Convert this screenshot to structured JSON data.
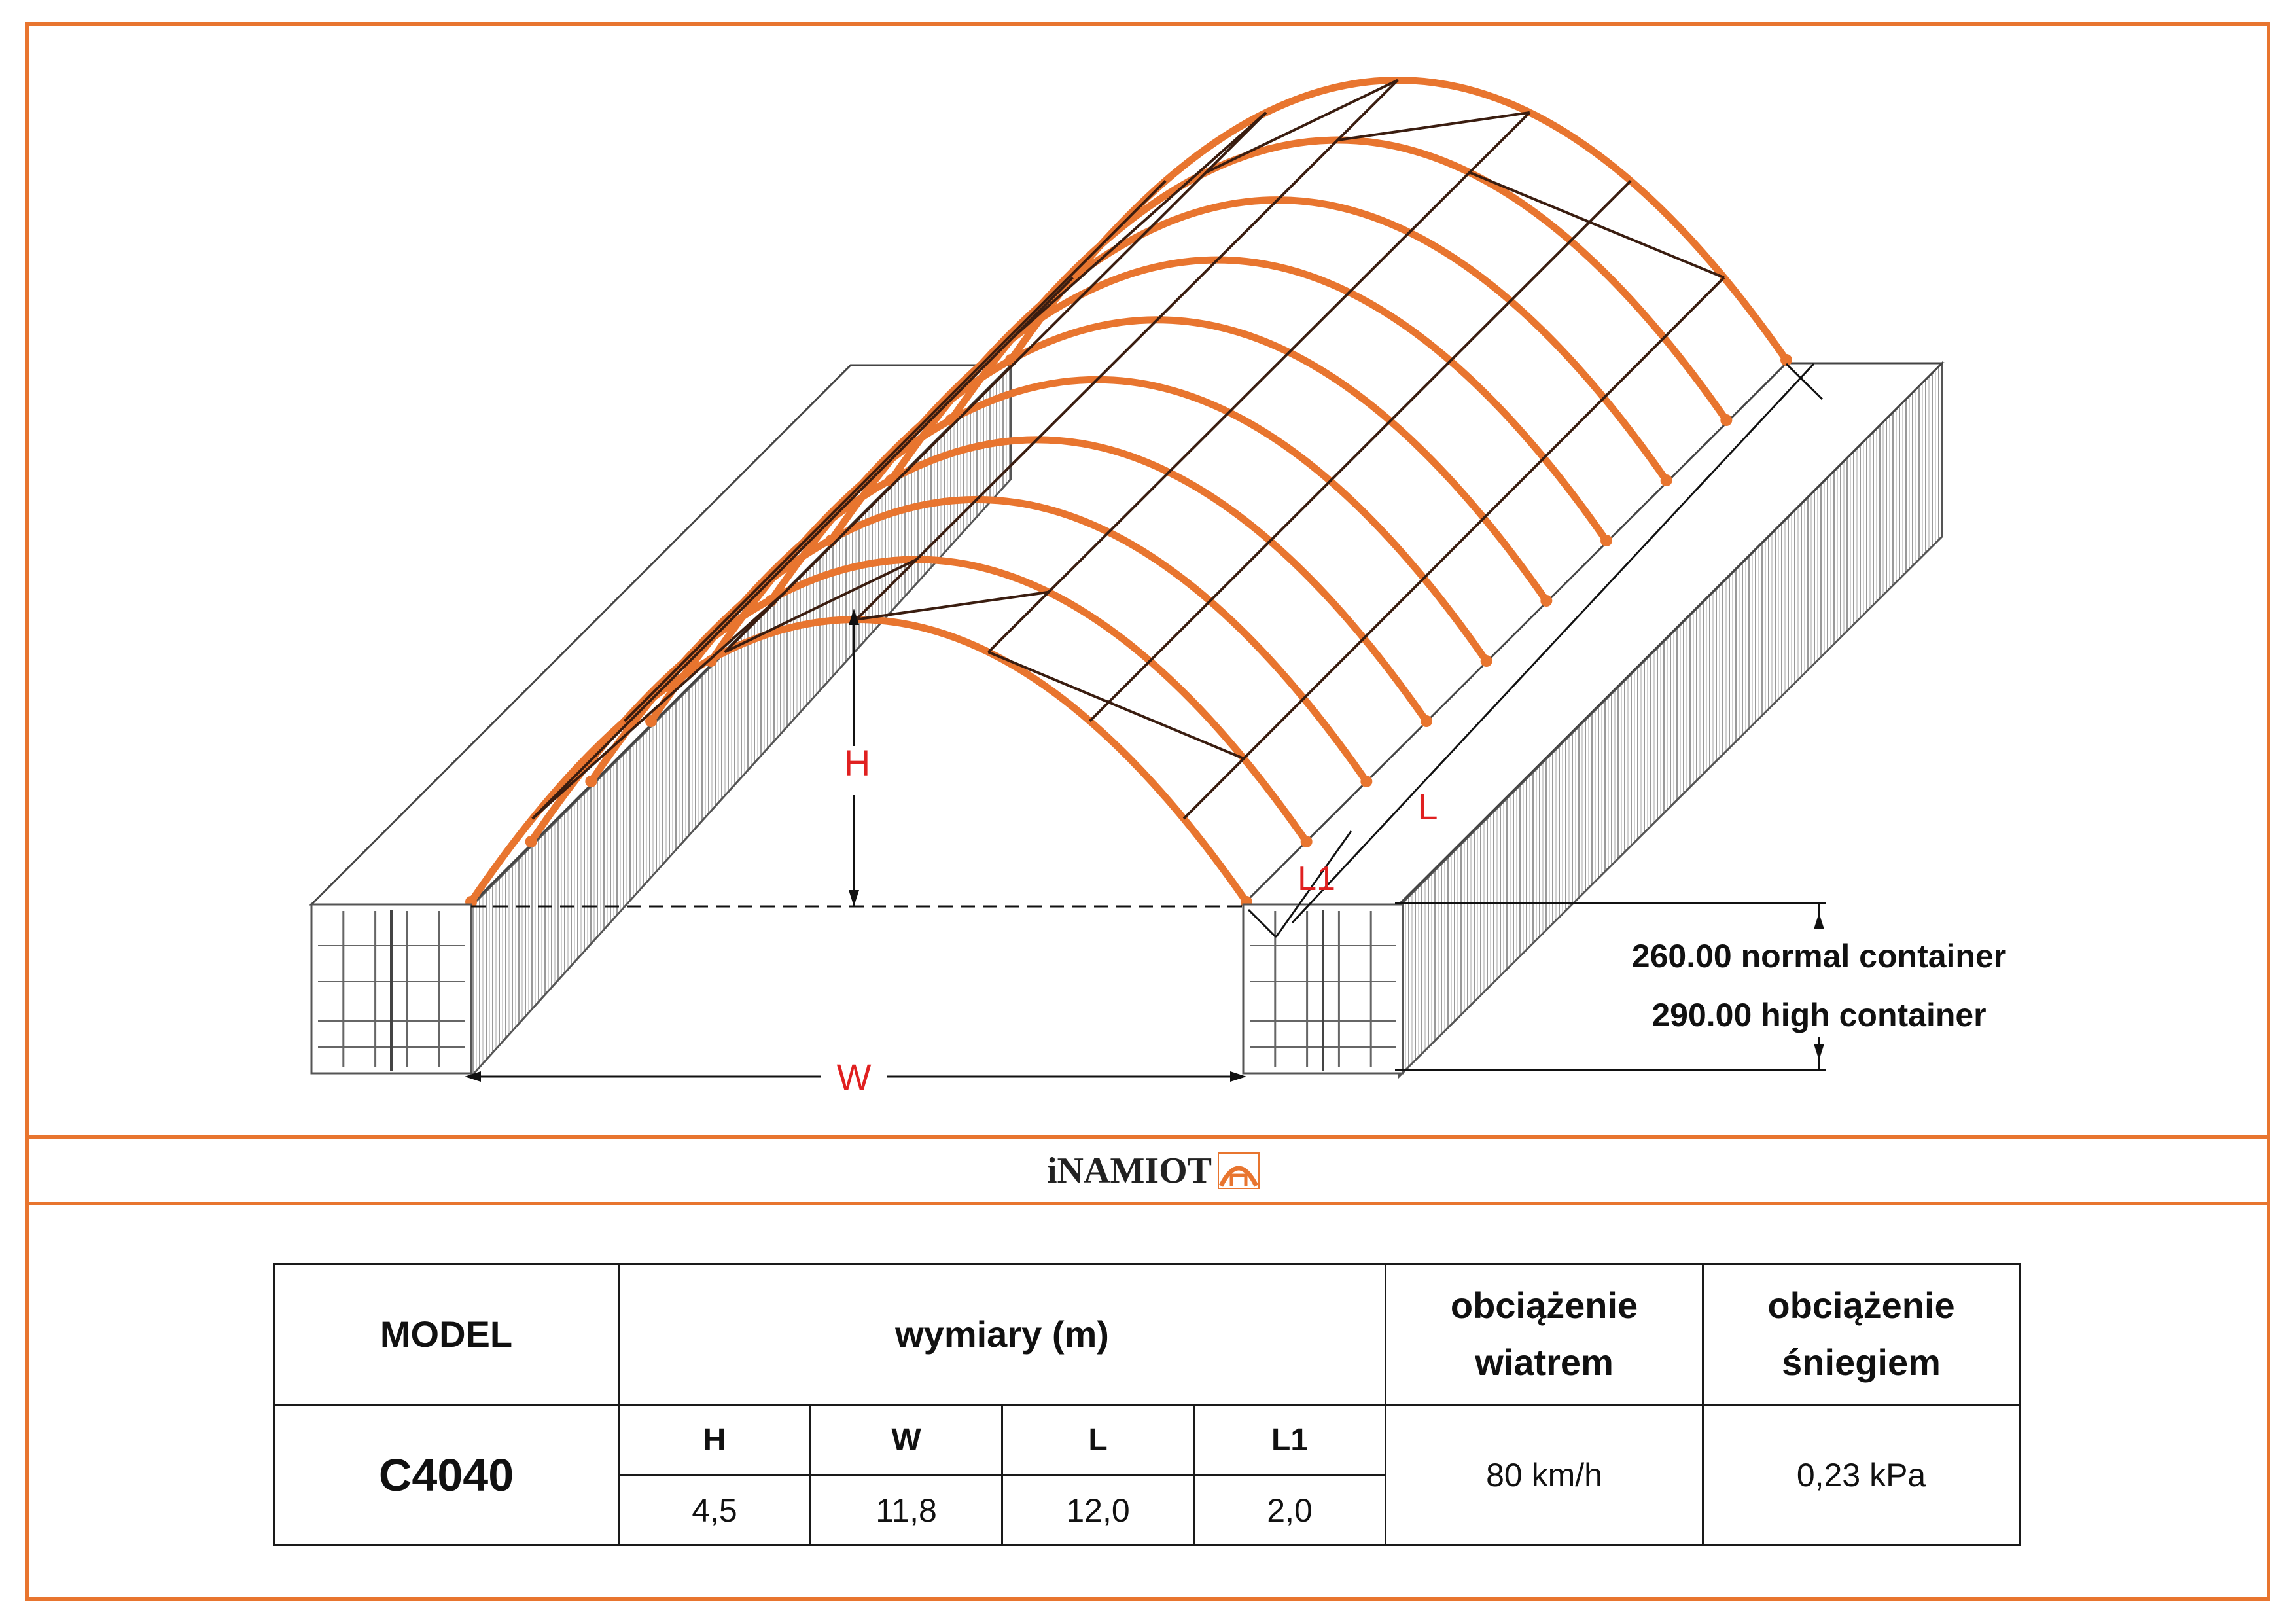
{
  "drawing": {
    "dimension_labels": {
      "h": "H",
      "w": "W",
      "l": "L",
      "l1": "L1"
    },
    "container_notes": [
      "260.00 normal container",
      "290.00 high container"
    ]
  },
  "brand": {
    "name": "iNAMIOT",
    "logo_icon": "tent-icon"
  },
  "table": {
    "model_header": "MODEL",
    "dimensions_header": "wymiary (m)",
    "wind_header": [
      "obciążenie",
      "wiatrem"
    ],
    "snow_header": [
      "obciążenie",
      "śniegiem"
    ],
    "model": "C4040",
    "columns": [
      "H",
      "W",
      "L",
      "L1"
    ],
    "values": [
      "4,5",
      "11,8",
      "12,0",
      "2,0"
    ],
    "wind": "80 km/h",
    "snow": "0,23 kPa"
  },
  "colors": {
    "frame": "#e8752f",
    "arch": "#e8752f",
    "purlin": "#3a1d10",
    "dimension": "#e02020"
  }
}
